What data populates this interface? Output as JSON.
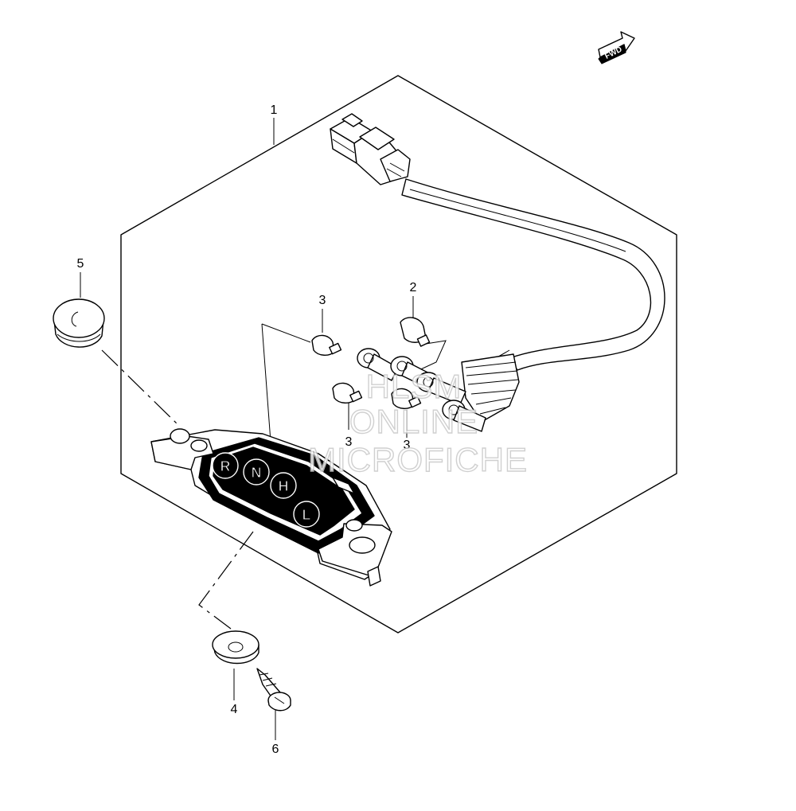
{
  "diagram": {
    "fwd_label": "FWD",
    "callouts": {
      "part1": "1",
      "part2": "2",
      "part3_a": "3",
      "part3_b": "3",
      "part3_c": "3",
      "part4": "4",
      "part5": "5",
      "part6": "6"
    },
    "indicator_letters": [
      "R",
      "N",
      "H",
      "L"
    ],
    "watermark": [
      "HLSM",
      "ONLINE",
      "MICROFICHE"
    ]
  }
}
